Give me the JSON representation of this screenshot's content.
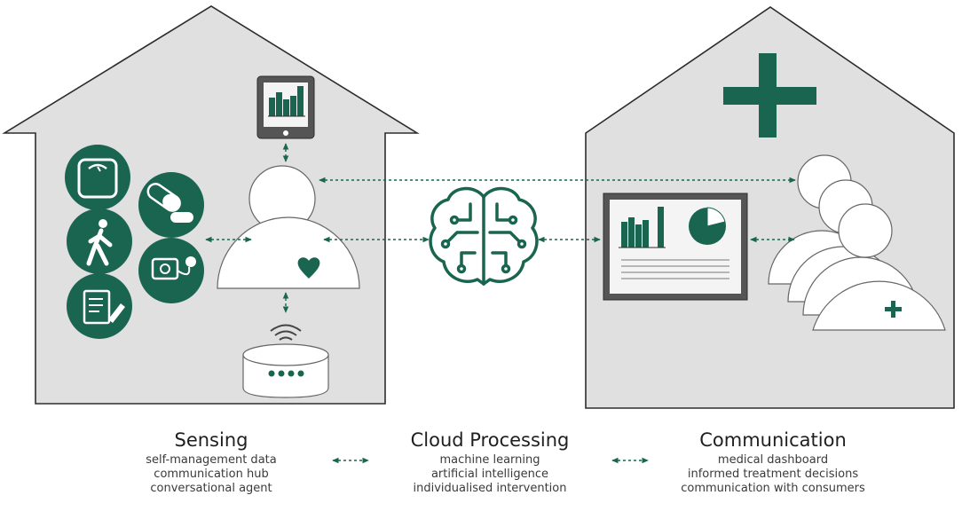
{
  "colors": {
    "green": "#1a654f",
    "house_fill": "#e0e0e0",
    "house_stroke": "#2d2d2d",
    "arrow": "#1a654f",
    "white_shape": "#ffffff"
  },
  "icons": {
    "sensing_devices": [
      "scale-icon",
      "pills-icon",
      "walking-icon",
      "blood-pressure-icon",
      "notes-icon"
    ],
    "center": "brain-circuit-icon",
    "clinic_cross": "medical-cross-icon"
  },
  "captions": {
    "sensing": {
      "title": "Sensing",
      "lines": [
        "self-management data",
        "communication hub",
        "conversational agent"
      ]
    },
    "cloud": {
      "title": "Cloud Processing",
      "lines": [
        "machine learning",
        "artificial intelligence",
        "individualised intervention"
      ]
    },
    "communication": {
      "title": "Communication",
      "lines": [
        "medical dashboard",
        "informed treatment decisions",
        "communication with consumers"
      ]
    }
  }
}
